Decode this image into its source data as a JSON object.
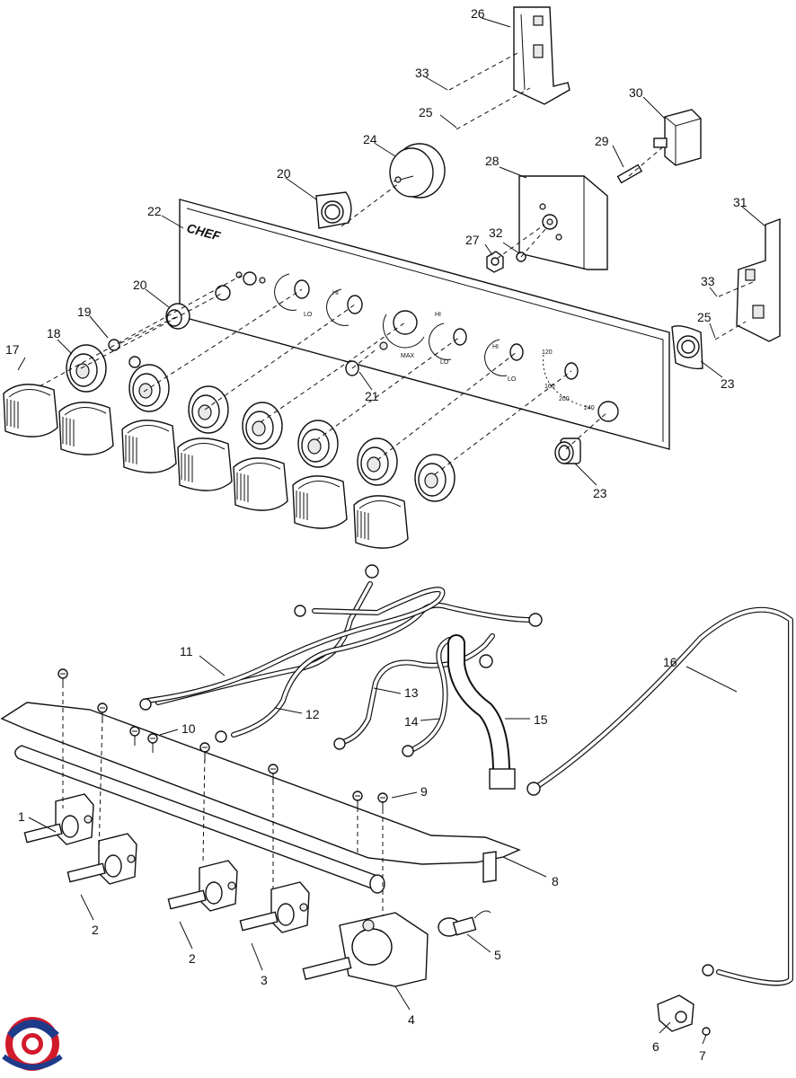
{
  "diagram": {
    "panel_brand": "CHEF",
    "callouts": [
      {
        "id": "c1",
        "text": "1"
      },
      {
        "id": "c2a",
        "text": "2"
      },
      {
        "id": "c2b",
        "text": "2"
      },
      {
        "id": "c3",
        "text": "3"
      },
      {
        "id": "c4",
        "text": "4"
      },
      {
        "id": "c5",
        "text": "5"
      },
      {
        "id": "c6",
        "text": "6"
      },
      {
        "id": "c7",
        "text": "7"
      },
      {
        "id": "c8",
        "text": "8"
      },
      {
        "id": "c9",
        "text": "9"
      },
      {
        "id": "c10",
        "text": "10"
      },
      {
        "id": "c11",
        "text": "11"
      },
      {
        "id": "c12",
        "text": "12"
      },
      {
        "id": "c13",
        "text": "13"
      },
      {
        "id": "c14",
        "text": "14"
      },
      {
        "id": "c15",
        "text": "15"
      },
      {
        "id": "c16",
        "text": "16"
      },
      {
        "id": "c17",
        "text": "17"
      },
      {
        "id": "c18",
        "text": "18"
      },
      {
        "id": "c19",
        "text": "19"
      },
      {
        "id": "c20a",
        "text": "20"
      },
      {
        "id": "c20b",
        "text": "20"
      },
      {
        "id": "c21",
        "text": "21"
      },
      {
        "id": "c22",
        "text": "22"
      },
      {
        "id": "c23a",
        "text": "23"
      },
      {
        "id": "c23b",
        "text": "23"
      },
      {
        "id": "c24",
        "text": "24"
      },
      {
        "id": "c25a",
        "text": "25"
      },
      {
        "id": "c25b",
        "text": "25"
      },
      {
        "id": "c26",
        "text": "26"
      },
      {
        "id": "c27",
        "text": "27"
      },
      {
        "id": "c28",
        "text": "28"
      },
      {
        "id": "c29",
        "text": "29"
      },
      {
        "id": "c30",
        "text": "30"
      },
      {
        "id": "c31",
        "text": "31"
      },
      {
        "id": "c32",
        "text": "32"
      },
      {
        "id": "c33a",
        "text": "33"
      },
      {
        "id": "c33b",
        "text": "33"
      }
    ],
    "panel_marks": {
      "hi_1": "HI",
      "lo_1": "LO",
      "hi_2": "HI",
      "lo_2": "LO",
      "hi_3": "HI",
      "lo_3": "LO",
      "max": "MAX",
      "t120": "120",
      "t160": "160",
      "t200": "200",
      "t240": "240"
    },
    "colors": {
      "line": "#111111",
      "logo_blue": "#1e3a8a",
      "logo_red": "#d11a2a"
    }
  }
}
